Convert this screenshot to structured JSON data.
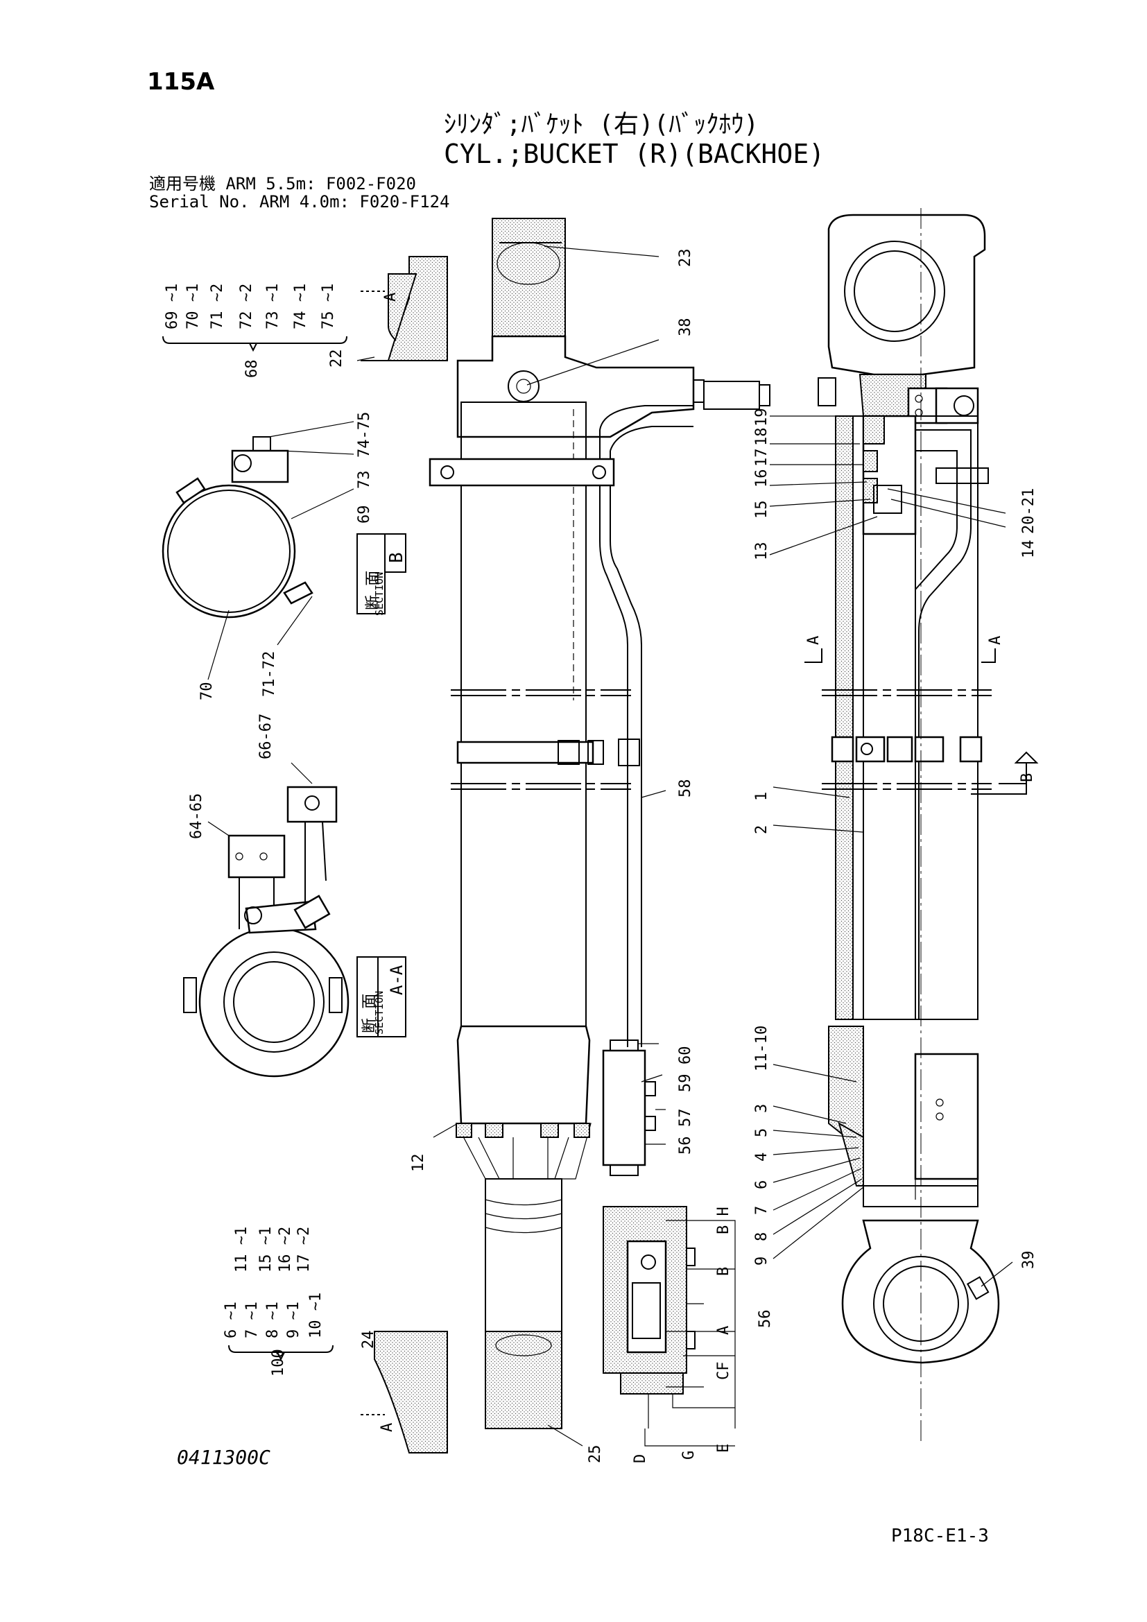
{
  "header": {
    "page_number": "115A",
    "title_jp": "ｼﾘﾝﾀﾞ;ﾊﾞｹｯﾄ (右)(ﾊﾞｯｸﾎｳ)",
    "title_en": "CYL.;BUCKET (R)(BACKHOE)",
    "serial_line1": "適用号機  ARM 5.5m: F002-F020",
    "serial_line2": "Serial No. ARM 4.0m: F020-F124"
  },
  "footer": {
    "drawing_code": "0411300C",
    "sheet_ref": "P18C-E1-3"
  },
  "sections": {
    "section_b_jp": "断 面",
    "section_b_en": "SECTION",
    "section_b_letter": "B",
    "section_aa_jp": "断 面",
    "section_aa_en": "SECTION",
    "section_aa_letter": "A-A"
  },
  "callouts": {
    "c23": "23",
    "c38": "38",
    "c22": "22",
    "c68": "68",
    "c69a": "69 ~1",
    "c70a": "70 ~1",
    "c71a": "71 ~2",
    "c72a": "72 ~2",
    "c73a": "73 ~1",
    "c74a": "74 ~1",
    "c75a": "75 ~1",
    "c74_75": "74-75",
    "c73": "73",
    "c69": "69",
    "c70": "70",
    "c71_72": "71-72",
    "c66_67": "66-67",
    "c64_65": "64-65",
    "c58": "58",
    "c60": "60",
    "c59": "59",
    "c57": "57",
    "c56": "56",
    "c12": "12",
    "c25": "25",
    "c24": "24",
    "c100": "100",
    "c6": "6 ~1",
    "c7": "7 ~1",
    "c8": "8 ~1",
    "c9": "9 ~1",
    "c10": "10 ~1",
    "c11": "11 ~1",
    "c15": "15 ~1",
    "c16": "16 ~2",
    "c17": "17 ~2",
    "c19": "19",
    "c18": "18",
    "c17r": "17",
    "c16r": "16",
    "c15r": "15",
    "c13": "13",
    "c14": "14",
    "c20_21": "20-21",
    "c1": "1",
    "c2": "2",
    "c11_10": "11-10",
    "c3": "3",
    "c5": "5",
    "c4": "4",
    "c6r": "6",
    "c7r": "7",
    "c8r": "8",
    "c9r": "9",
    "c39": "39",
    "c56b": "56",
    "port_bh": "B H",
    "port_b": "B",
    "port_a": "A",
    "port_cf": "CF",
    "port_e": "E",
    "port_d": "D",
    "port_g": "G",
    "view_a": "A",
    "view_b": "B"
  }
}
